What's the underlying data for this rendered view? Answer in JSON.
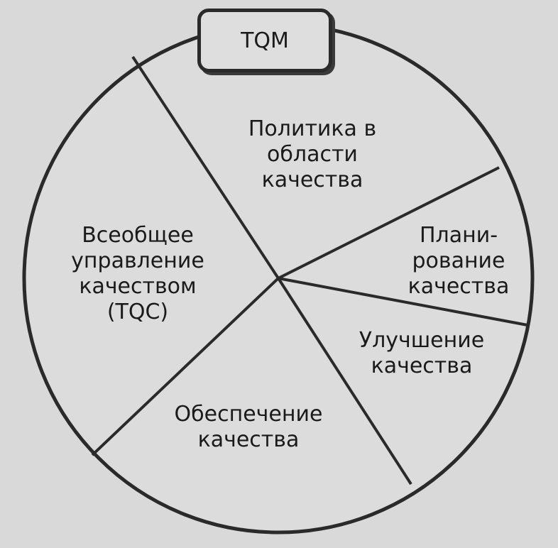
{
  "title": "TQM",
  "sectors": {
    "policy": [
      "Политика в",
      "области",
      "качества"
    ],
    "planning": [
      "Плани-",
      "рование",
      "качества"
    ],
    "improvement": [
      "Улучшение",
      "качества"
    ],
    "assurance": [
      "Обеспечение",
      "качества"
    ],
    "tqc": [
      "Всеобщее",
      "управление",
      "качеством",
      "(TQC)"
    ]
  },
  "colors": {
    "background": "#d9d9d9",
    "line": "#2a2a2a",
    "text": "#1a1a1a"
  }
}
